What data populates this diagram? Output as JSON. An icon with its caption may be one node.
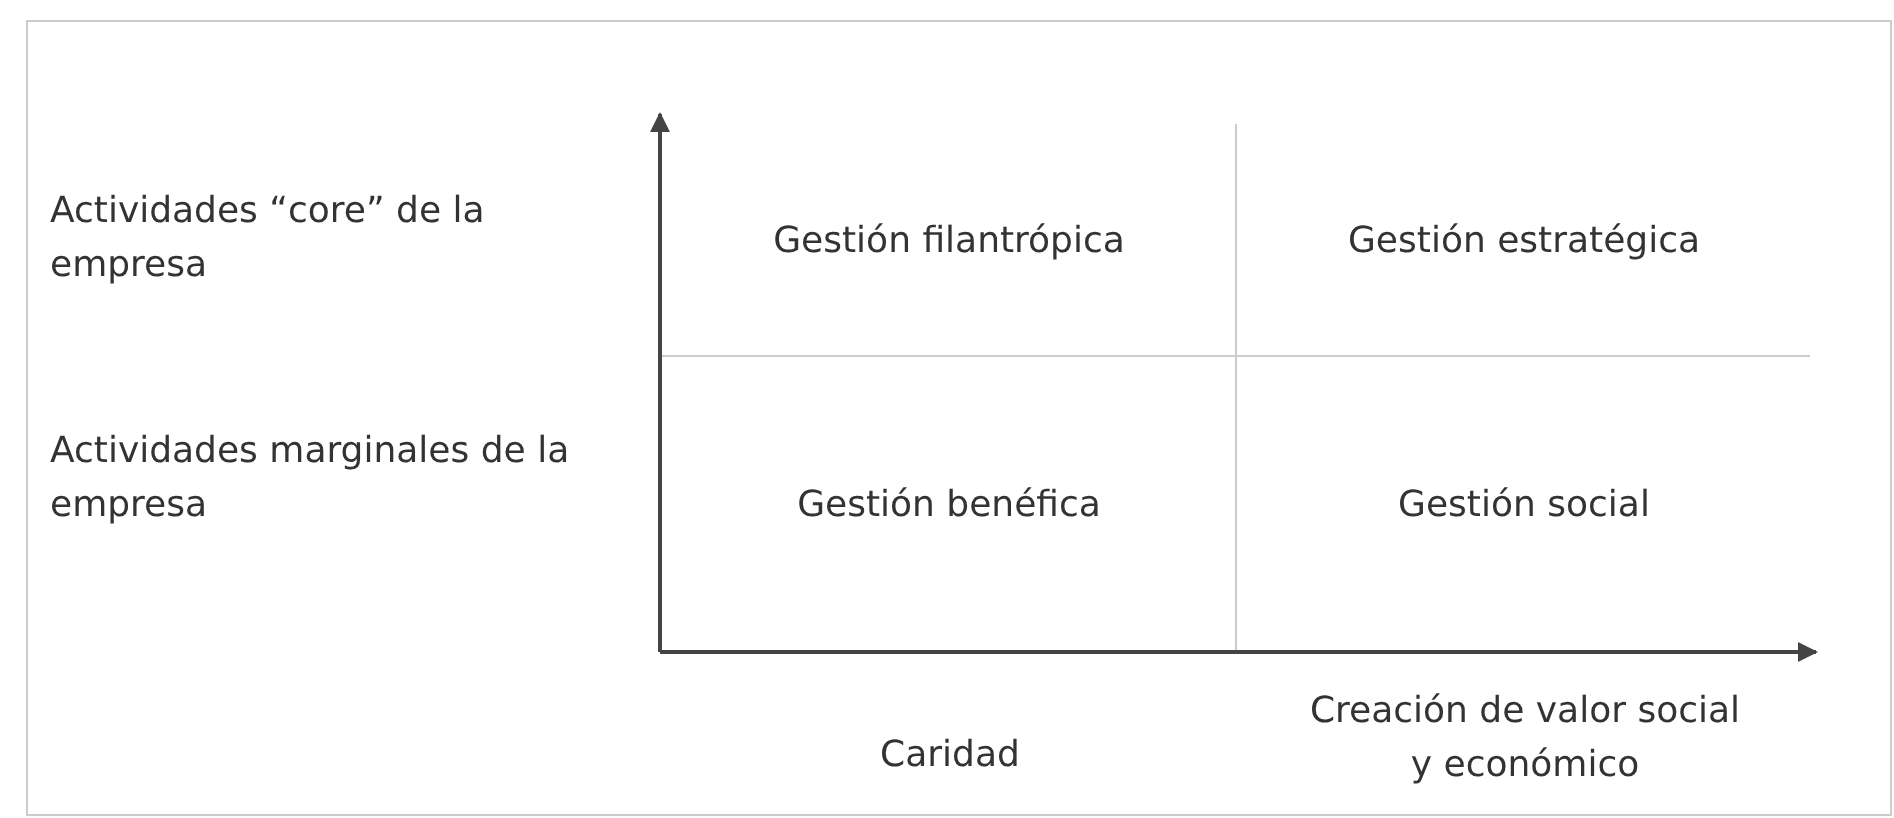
{
  "diagram": {
    "nodes": [
      {
        "text": [
          "Gestión filantrópica"
        ]
      },
      {
        "text": [
          "Gestión estratégica"
        ]
      },
      {
        "text": [
          "Gestión benéfica"
        ]
      },
      {
        "text": [
          "Gestión social"
        ]
      }
    ],
    "labels": [
      "Actividades “core” de la empresa",
      "Actividades marginales de la empresa",
      "Caridad",
      "Creación de valor social y económico"
    ]
  }
}
